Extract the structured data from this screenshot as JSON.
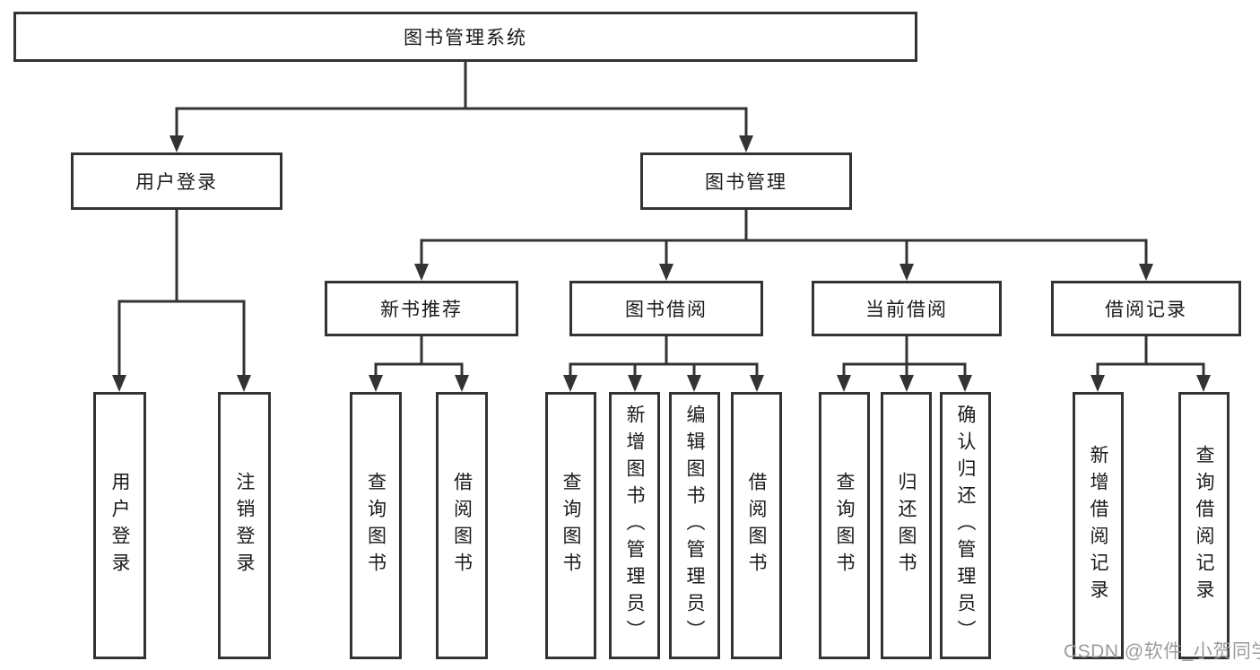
{
  "diagram": {
    "title": "图书管理系统",
    "level2": [
      {
        "label": "用户登录",
        "children": [
          {
            "label": "用户登录"
          },
          {
            "label": "注销登录"
          }
        ]
      },
      {
        "label": "图书管理",
        "children": [
          {
            "label": "新书推荐",
            "children": [
              {
                "label": "查询图书"
              },
              {
                "label": "借阅图书"
              }
            ]
          },
          {
            "label": "图书借阅",
            "children": [
              {
                "label": "查询图书"
              },
              {
                "label": "新增图书（管理员）"
              },
              {
                "label": "编辑图书（管理员）"
              },
              {
                "label": "借阅图书"
              }
            ]
          },
          {
            "label": "当前借阅",
            "children": [
              {
                "label": "查询图书"
              },
              {
                "label": "归还图书"
              },
              {
                "label": "确认归还（管理员）"
              }
            ]
          },
          {
            "label": "借阅记录",
            "children": [
              {
                "label": "新增借阅记录"
              },
              {
                "label": "查询借阅记录"
              }
            ]
          }
        ]
      }
    ]
  },
  "watermark": "CSDN @软件_小贺同学",
  "colors": {
    "line": "#333333",
    "box_border": "#333333",
    "text": "#1a1a1a",
    "watermark": "#9b9b9b",
    "background": "#ffffff"
  }
}
